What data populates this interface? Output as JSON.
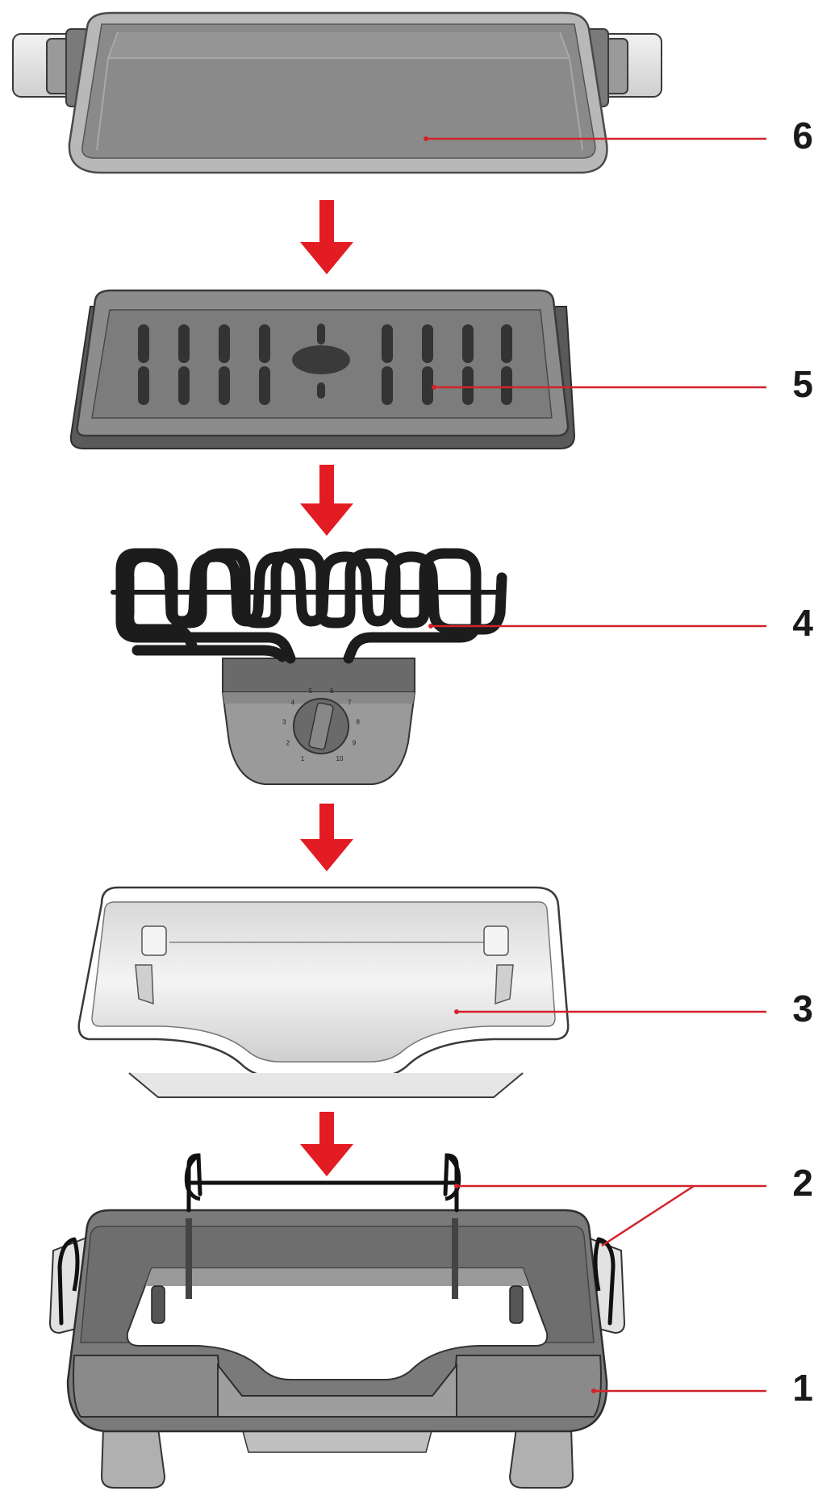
{
  "diagram": {
    "parts": [
      {
        "number": "6",
        "name": "grill plate"
      },
      {
        "number": "5",
        "name": "grill grate"
      },
      {
        "number": "4",
        "name": "heating element with thermostat"
      },
      {
        "number": "3",
        "name": "reflector tray"
      },
      {
        "number": "2",
        "name": "wire clips"
      },
      {
        "number": "1",
        "name": "base"
      }
    ],
    "colors": {
      "arrow": "#e31b23",
      "leader": "#d2232a",
      "part_dark": "#6e6e6e",
      "part_mid": "#8a8a8a",
      "part_light": "#b9b9b9",
      "outline": "#3a3a3a"
    },
    "dial_marks": [
      "1",
      "2",
      "3",
      "4",
      "5",
      "6",
      "7",
      "8",
      "9",
      "10"
    ]
  }
}
